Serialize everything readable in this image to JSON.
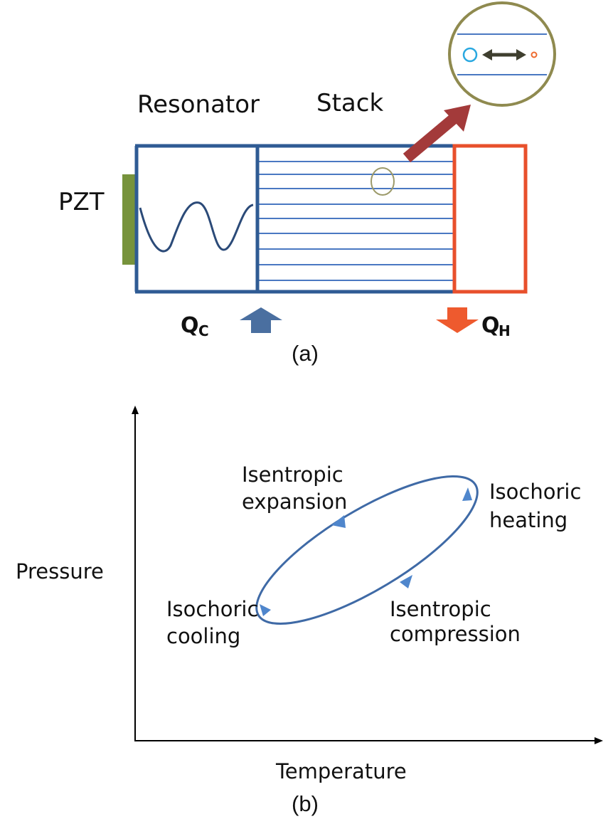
{
  "panel_a": {
    "caption": "(a)",
    "labels": {
      "resonator": "Resonator",
      "stack": "Stack",
      "pzt": "PZT",
      "qc_main": "Q",
      "qc_sub": "C",
      "qh_main": "Q",
      "qh_sub": "H"
    },
    "colors": {
      "tube": "#2f5b94",
      "stack_lines": "#4a78c2",
      "hot": "#e8502c",
      "pzt": "#77933c",
      "zoom_circle": "#8f8a4f",
      "zoom_arrow": "#a33a3a",
      "cold_arrow": "#4a6fa0",
      "hot_arrow": "#ee5a2e"
    }
  },
  "panel_b": {
    "caption": "(b)",
    "xlabel": "Temperature",
    "ylabel": "Pressure",
    "processes": [
      {
        "line1": "Isentropic",
        "line2": "expansion"
      },
      {
        "line1": "Isochoric",
        "line2": "heating"
      },
      {
        "line1": "Isochoric",
        "line2": "cooling"
      },
      {
        "line1": "Isentropic",
        "line2": "compression"
      }
    ],
    "colors": {
      "cycle": "#3f6aa6",
      "arrowhead": "#4f86cc"
    }
  }
}
